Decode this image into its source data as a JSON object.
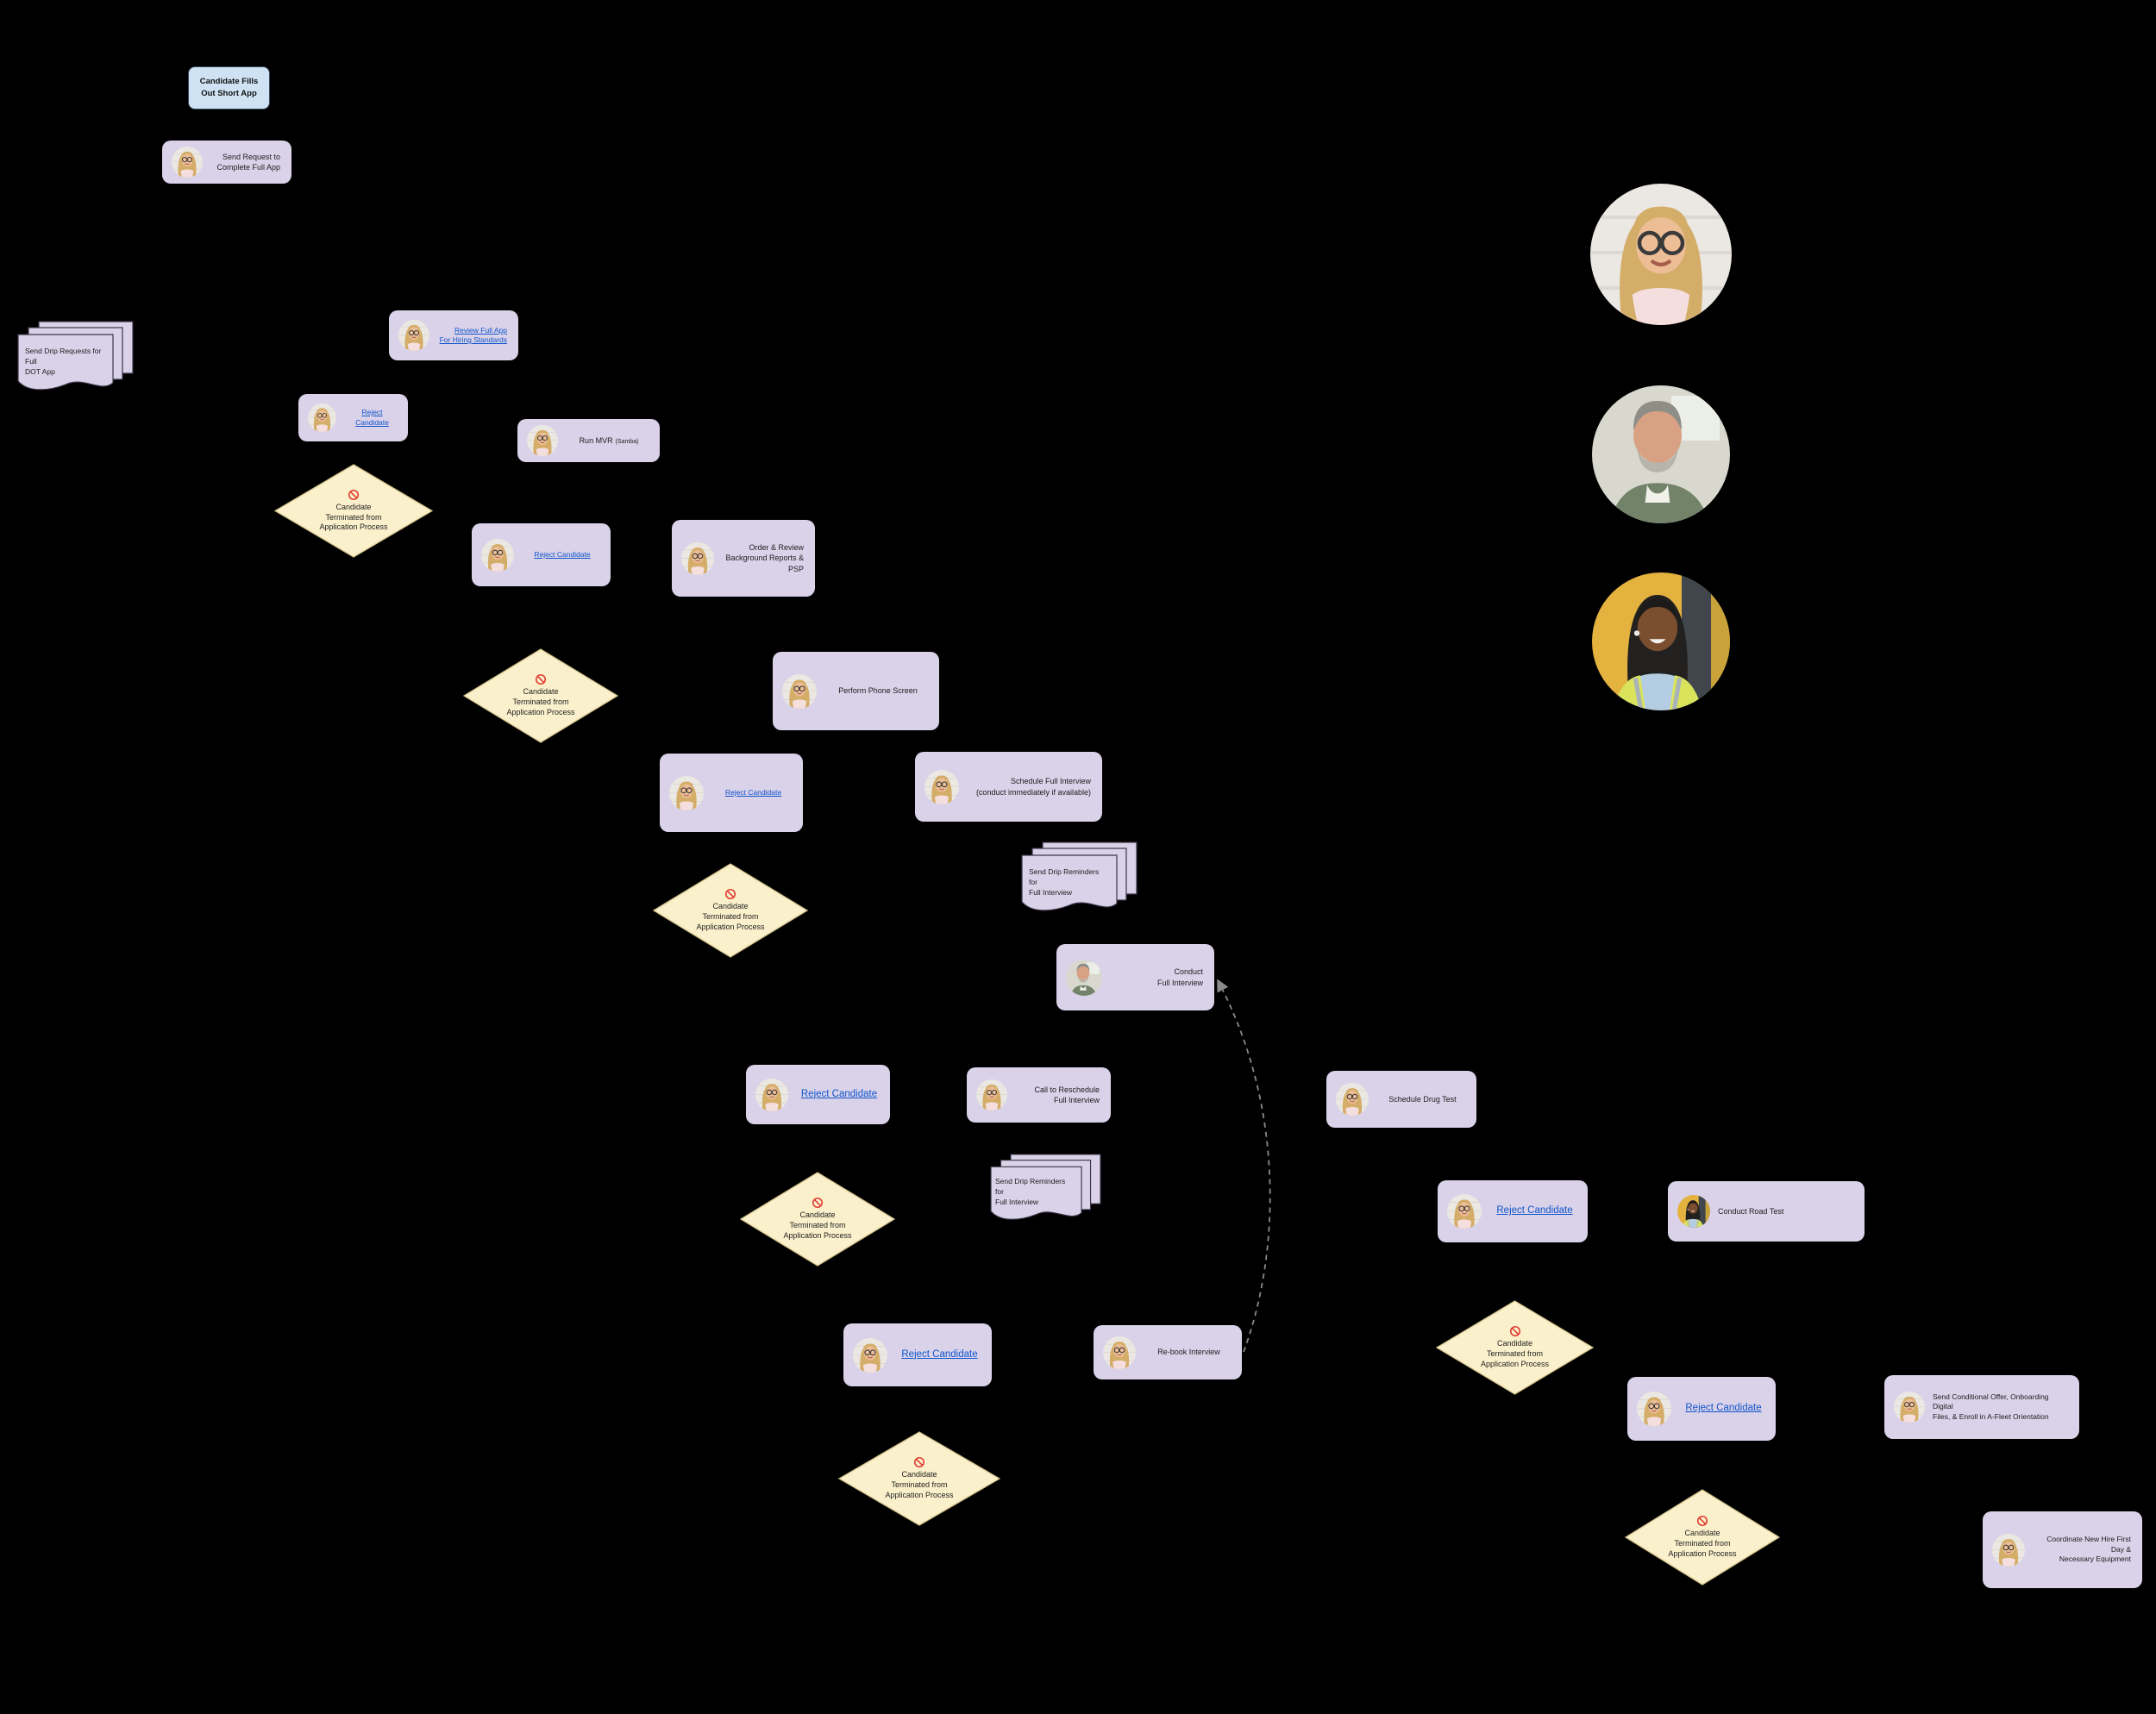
{
  "canvas": {
    "background": "#000000"
  },
  "colors": {
    "task_fill": "#d9d2e9",
    "start_fill": "#cfe2f3",
    "start_border": "#36485a",
    "decision_fill": "#faf0cb",
    "decision_border": "#d2c28b",
    "link_color": "#1155cc",
    "stop_icon_red": "#e13b31",
    "connector_gray": "#8a8a8a",
    "text_color": "#1c1c1c"
  },
  "shared": {
    "reject_label": "Reject Candidate",
    "terminated_label": "Candidate\nTerminated from\nApplication Process",
    "drip_reminders_label": "Send Drip Reminders for\nFull Interview"
  },
  "nodes": {
    "start": {
      "label": "Candidate Fills\nOut Short App"
    },
    "send_request": {
      "label": "Send Request to\nComplete Full App"
    },
    "drip_requests_dot": {
      "label": "Send Drip Requests for Full\nDOT App"
    },
    "review_full_app": {
      "label": "Review Full App\nFor Hiring Standards"
    },
    "run_mvr": {
      "label": "Run MVR",
      "sub_label": "(Samba)"
    },
    "order_review": {
      "label": "Order & Review\nBackground Reports & PSP"
    },
    "phone_screen": {
      "label": "Perform Phone Screen"
    },
    "schedule_full_interview": {
      "label": "Schedule Full Interview\n(conduct immediately if available)"
    },
    "conduct_full_interview": {
      "label": "Conduct\nFull Interview"
    },
    "call_reschedule": {
      "label": "Call to Reschedule\nFull Interview"
    },
    "schedule_drug_test": {
      "label": "Schedule Drug Test"
    },
    "rebook_interview": {
      "label": "Re-book Interview"
    },
    "conduct_road_test": {
      "label": "Conduct Road Test"
    },
    "send_conditional_offer": {
      "label": "Send Conditional Offer, Onboarding Digital\nFiles, & Enroll in A-Fleet Orientation"
    },
    "coordinate_new_hire": {
      "label": "Coordinate New Hire First Day &\nNecessary Equipment"
    }
  },
  "icons": {
    "stop_icon": "prohibition-sign",
    "recruiter_avatar": "blonde-woman-with-glasses",
    "interviewer_avatar": "gray-bearded-man",
    "driver_avatar": "woman-in-safety-vest"
  },
  "photos": {
    "photo_top": "blonde-woman-with-glasses",
    "photo_middle": "gray-bearded-man",
    "photo_bottom": "woman-in-safety-vest"
  }
}
